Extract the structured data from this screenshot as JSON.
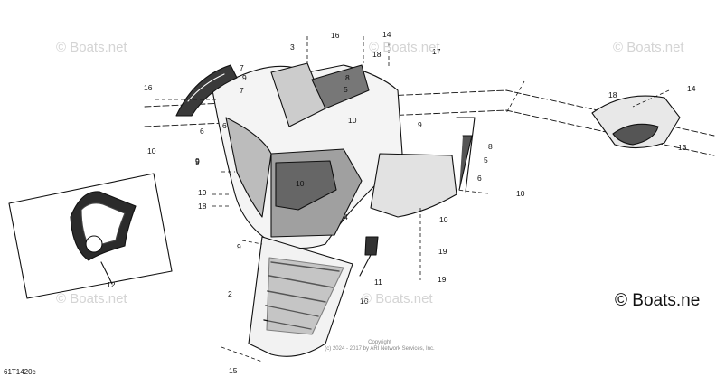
{
  "watermarks": [
    "© Boats.net",
    "© Boats.net",
    "© Boats.net",
    "© Boats.net",
    "© Boats.net"
  ],
  "watermark_large": "© Boats.ne",
  "copyright": {
    "line1": "Copyright",
    "line2": "(c) 2024 - 2017 by ARI Network Services, Inc."
  },
  "diagram_code": "61T1420c",
  "callouts": {
    "c1": "16",
    "c2": "3",
    "c3": "14",
    "c4": "18",
    "c5": "17",
    "c6": "7",
    "c7": "9",
    "c8": "16",
    "c9": "8",
    "c10": "5",
    "c11": "6",
    "c12": "10",
    "c13": "6",
    "c14": "10",
    "c15": "9",
    "c16": "7",
    "c17": "18",
    "c18": "14",
    "c19": "13",
    "c20": "9",
    "c21": "8",
    "c22": "5",
    "c23": "6",
    "c24": "10",
    "c25": "9",
    "c26": "19",
    "c27": "18",
    "c28": "10",
    "c29": "4",
    "c30": "10",
    "c31": "9",
    "c32": "19",
    "c33": "11",
    "c34": "19",
    "c35": "12",
    "c36": "2",
    "c37": "10",
    "c38": "15"
  }
}
